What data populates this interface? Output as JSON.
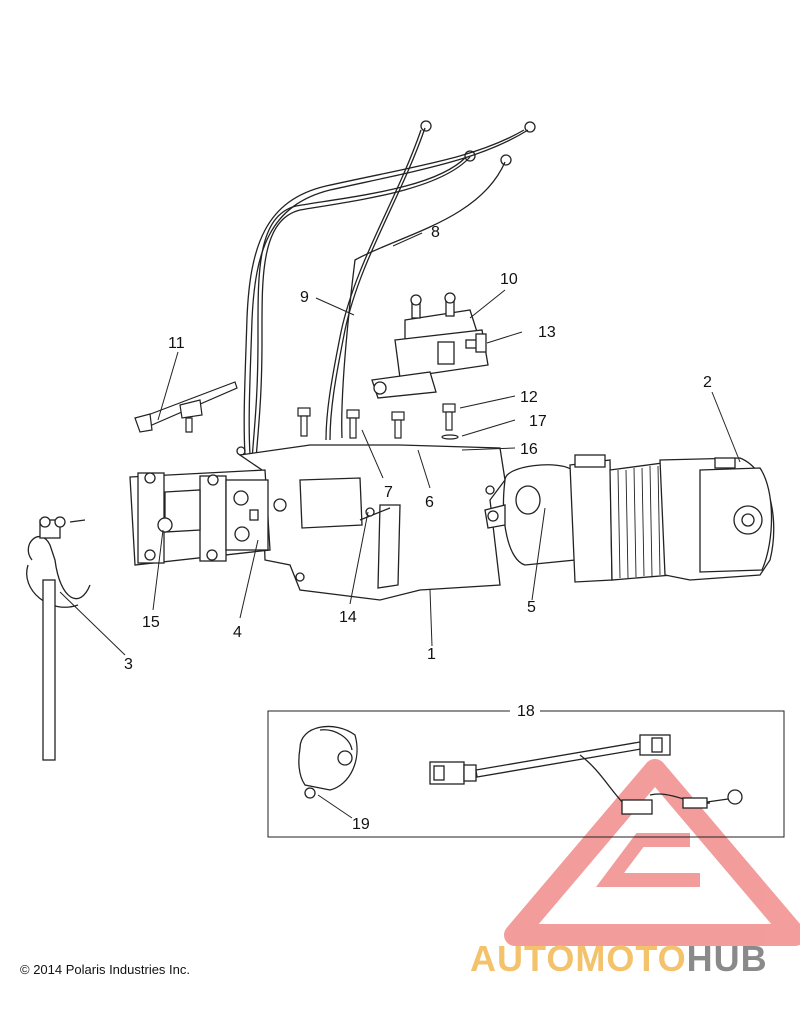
{
  "callouts": {
    "c1": "1",
    "c2": "2",
    "c3": "3",
    "c4": "4",
    "c5": "5",
    "c6": "6",
    "c7": "7",
    "c8": "8",
    "c9": "9",
    "c10": "10",
    "c11": "11",
    "c12": "12",
    "c13": "13",
    "c14": "14",
    "c15": "15",
    "c16": "16",
    "c17": "17",
    "c18": "18",
    "c19": "19"
  },
  "copyright": "© 2014 Polaris Industries Inc.",
  "watermark": {
    "part1": "AUTOMOTO",
    "part2": "HUB"
  },
  "colors": {
    "line": "#222222",
    "watermark_red": "#f07c7c",
    "watermark_gold": "#f3c26a",
    "watermark_gray": "#8a8a8a"
  }
}
